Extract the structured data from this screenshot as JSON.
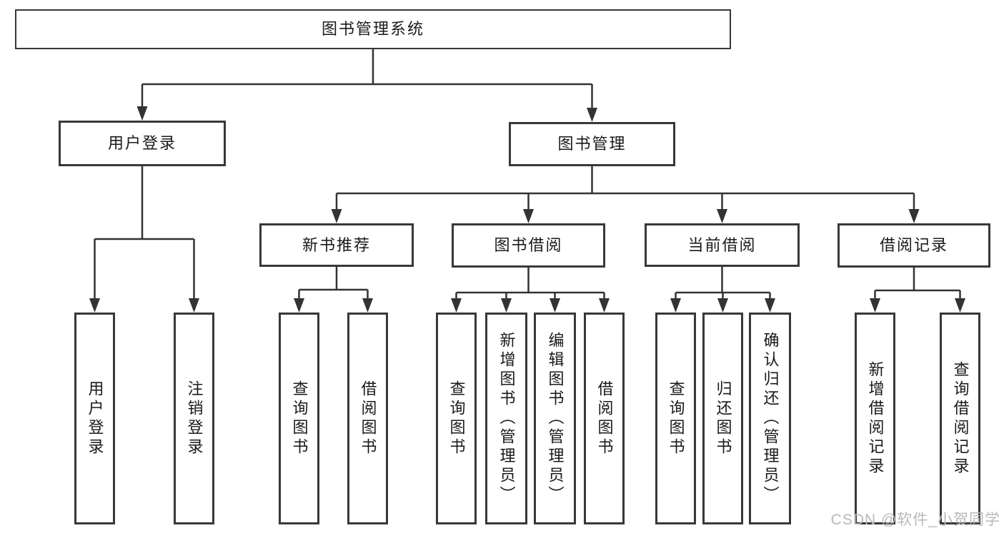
{
  "diagram": {
    "root": {
      "label": "图书管理系统"
    },
    "level2": [
      {
        "label": "用户登录"
      },
      {
        "label": "图书管理"
      }
    ],
    "level3": [
      {
        "label": "新书推荐"
      },
      {
        "label": "图书借阅"
      },
      {
        "label": "当前借阅"
      },
      {
        "label": "借阅记录"
      }
    ],
    "leaves": {
      "user_login": [
        "用户登录",
        "注销登录"
      ],
      "new_book_recommend": [
        "查询图书",
        "借阅图书"
      ],
      "book_borrow": [
        "查询图书",
        "新增图书（管理员）",
        "编辑图书（管理员）",
        "借阅图书"
      ],
      "current_borrow": [
        "查询图书",
        "归还图书",
        "确认归还（管理员）"
      ],
      "borrow_record": [
        "新增借阅记录",
        "查询借阅记录"
      ]
    }
  },
  "watermark": "CSDN @软件_小贺同学",
  "colors": {
    "line": "#333333",
    "border": "#383838",
    "text": "#1a1a1a",
    "background": "#ffffff",
    "watermark": "#b9b9b9"
  }
}
